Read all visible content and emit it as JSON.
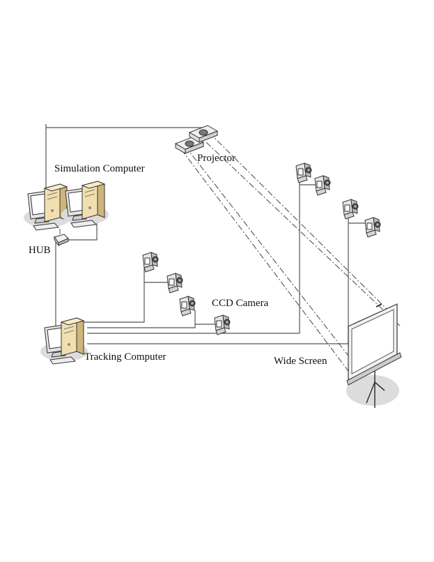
{
  "labels": {
    "projector": "Projector",
    "simulation_computer": "Simulation Computer",
    "hub": "HUB",
    "ccd_camera": "CCD Camera",
    "tracking_computer": "Tracking Computer",
    "wide_screen": "Wide Screen"
  },
  "colors": {
    "pc_tower": "#f2dfb0",
    "pc_tower_shade": "#cfb57a",
    "device_gray": "#e6e6e6",
    "shadow": "#dcdcdc",
    "line": "#555555"
  }
}
